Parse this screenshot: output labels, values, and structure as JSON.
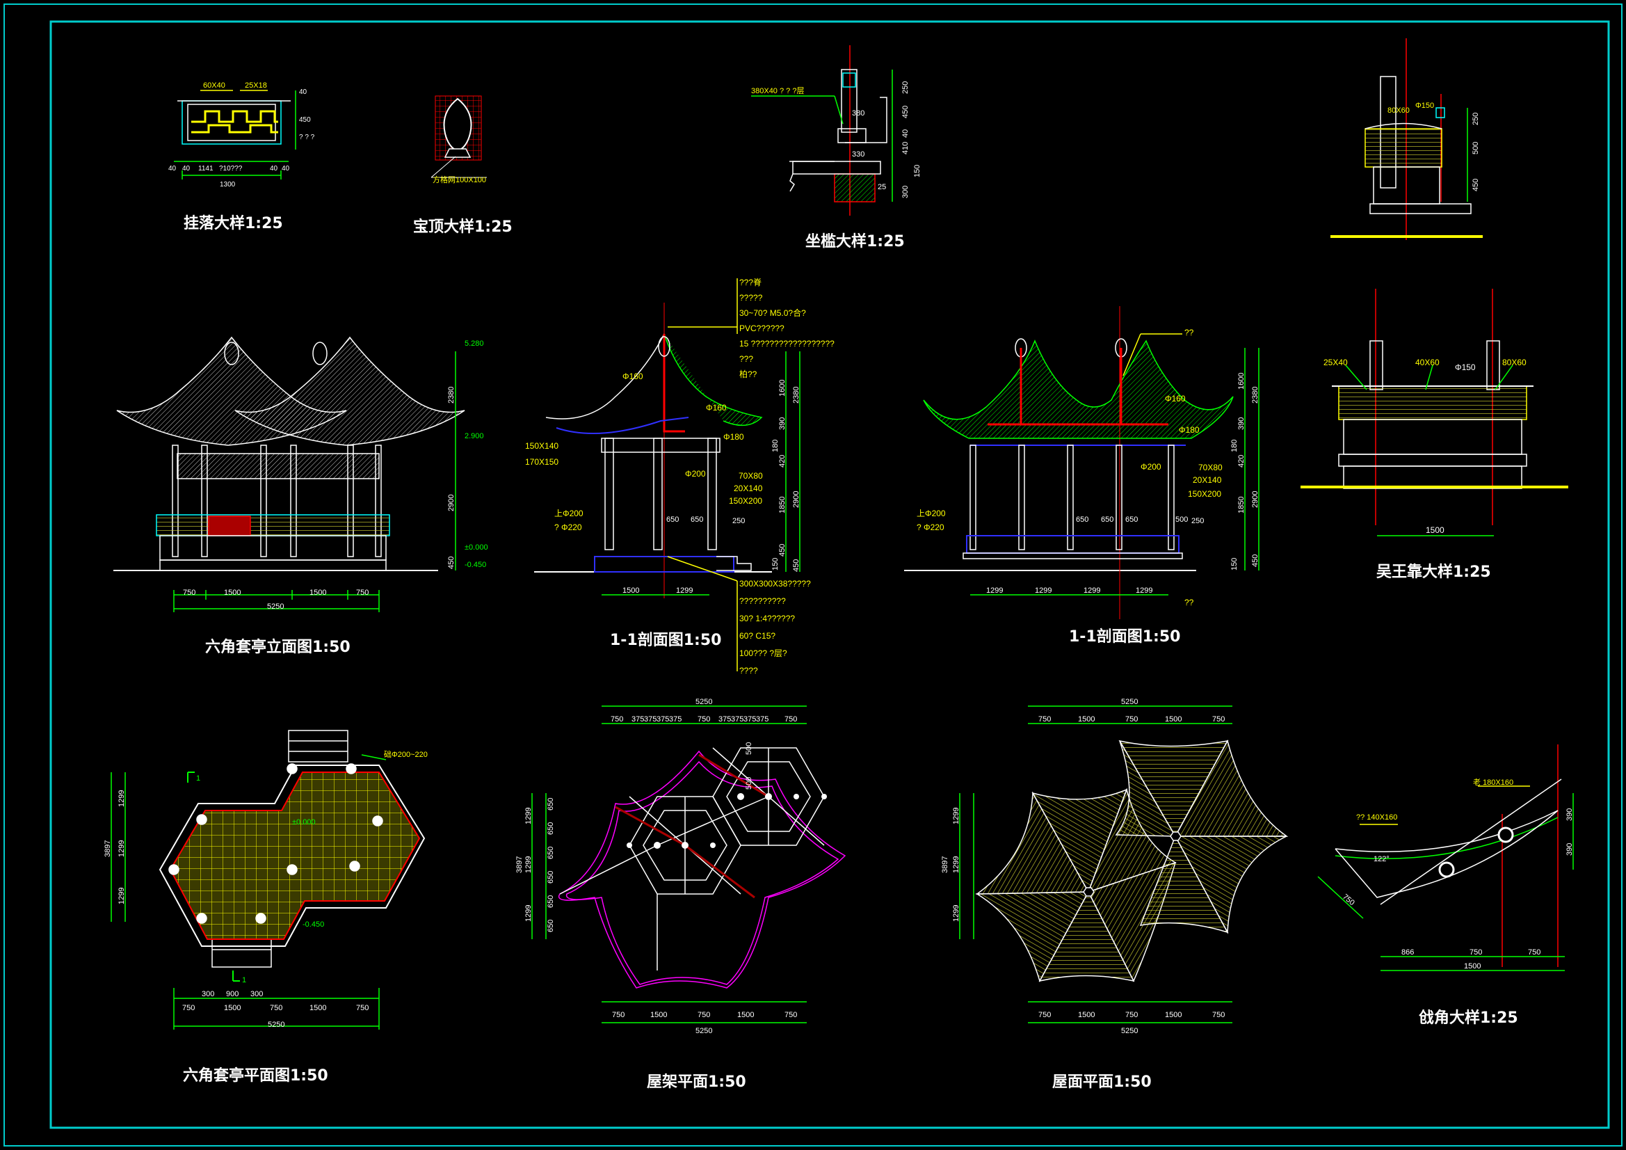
{
  "drawing": {
    "colors": {
      "background": "#000000",
      "frame": "#00cccc",
      "dimension": "#00ff00",
      "outline": "#ffffff",
      "annotation": "#ffff00",
      "cyan": "#00ffff",
      "red": "#ff0000",
      "blue": "#3030ff",
      "magenta": "#ff00ff",
      "green": "#00c000"
    },
    "titles": {
      "hanging": "挂落大样1:25",
      "finial": "宝顶大样1:25",
      "seat": "坐槛大样1:25",
      "elevation": "六角套亭立面图1:50",
      "section_left": "1-1剖面图1:50",
      "section_right": "1-1剖面图1:50",
      "wuwang": "吴王靠大样1:25",
      "plan": "六角套亭平面图1:50",
      "roof_frame": "屋架平面1:50",
      "roof_plan": "屋面平面1:50",
      "eave_corner": "戗角大样1:25"
    },
    "hanging_detail": {
      "top_dims": [
        "60X40",
        "25X18"
      ],
      "bottom_dims": [
        "40",
        "40",
        "1141",
        "?10???",
        "40",
        "40"
      ],
      "total": "1300",
      "right_dims": [
        "40",
        "450",
        "?  ?  ?"
      ]
    },
    "finial_detail": {
      "note": "方格网100X100"
    },
    "seat_detail": {
      "note": "380X40 ? ? ?层",
      "dims_right": [
        "250",
        "450",
        "40",
        "410",
        "150",
        "300"
      ],
      "inner": [
        "380",
        "330"
      ],
      "bottom": "25"
    },
    "wuwang_side": {
      "top": [
        "80X60",
        "Φ150"
      ],
      "right": [
        "250",
        "500",
        "450"
      ]
    },
    "wuwang_front": {
      "labels": [
        "25X40",
        "40X60",
        "Φ150",
        "80X60"
      ],
      "width": "1500"
    },
    "elevation": {
      "levels": [
        "5.280",
        "2.900",
        "±0.000",
        "-0.450"
      ],
      "right": [
        "2380",
        "2900",
        "450"
      ],
      "bottom": [
        "750",
        "1500",
        "1500",
        "750"
      ],
      "total": "5250"
    },
    "section_left": {
      "annotations": [
        "???脊",
        "?????",
        "30~70? M5.0?合?",
        "PVC??????",
        "15 ??????????????????",
        "???",
        "柏??"
      ],
      "lower_annotations": [
        "300X300X38?????",
        "??????????",
        "30? 1:4??????",
        "60? C15?",
        "100??? ?层?",
        "????"
      ],
      "members": [
        "Φ160",
        "Φ160",
        "Φ180",
        "Φ200",
        "70X80",
        "20X140",
        "150X200",
        "150X140",
        "170X150",
        "上Φ200",
        "? Φ220"
      ],
      "col_dims": [
        "650",
        "650",
        "250"
      ],
      "right": [
        "1600",
        "2380",
        "390",
        "180",
        "420",
        "1850",
        "2900",
        "150",
        "450",
        "450"
      ],
      "bottom": [
        "1500",
        "1299"
      ]
    },
    "section_right": {
      "annotation_top": "??",
      "annotation_bottom": "??",
      "members": [
        "Φ160",
        "Φ180",
        "Φ200",
        "70X80",
        "20X140",
        "150X200",
        "上Φ200",
        "? Φ220"
      ],
      "col_dims": [
        "650",
        "650",
        "650",
        "500",
        "250"
      ],
      "right": [
        "1600",
        "2380",
        "390",
        "180",
        "420",
        "1850",
        "2900",
        "150",
        "450"
      ],
      "bottom": [
        "1299",
        "1299",
        "1299",
        "1299"
      ]
    },
    "plan": {
      "left": [
        "1299",
        "1299",
        "1299"
      ],
      "left_total": "3897",
      "notes": [
        "础Φ200~220",
        "±0.000",
        "-0.450"
      ],
      "bottom_a": [
        "300",
        "900",
        "300"
      ],
      "bottom": [
        "750",
        "1500",
        "750",
        "1500",
        "750"
      ],
      "total": "5250",
      "marks": [
        "1",
        "1"
      ]
    },
    "roof_frame": {
      "top_total": "5250",
      "top": [
        "750",
        "375",
        "375",
        "375",
        "375",
        "750",
        "375",
        "375",
        "375",
        "375",
        "750"
      ],
      "left": [
        "1299",
        "1299",
        "1299"
      ],
      "left_total": "3897",
      "inner": [
        "650",
        "650",
        "650",
        "650",
        "650",
        "650"
      ],
      "side": [
        "500",
        "500"
      ],
      "bottom": [
        "750",
        "1500",
        "750",
        "1500",
        "750"
      ],
      "total": "5250"
    },
    "roof_plan": {
      "top_total": "5250",
      "top": [
        "750",
        "1500",
        "750",
        "1500",
        "750"
      ],
      "left": [
        "1299",
        "1299",
        "1299"
      ],
      "left_total": "3897",
      "bottom": [
        "750",
        "1500",
        "750",
        "1500",
        "750"
      ],
      "total": "5250"
    },
    "eave_corner": {
      "labels": [
        "?? 140X160",
        "老  180X160",
        "122°"
      ],
      "right": [
        "390",
        "390"
      ],
      "side": "750",
      "bottom": [
        "866",
        "750",
        "750"
      ],
      "total": "1500"
    }
  }
}
